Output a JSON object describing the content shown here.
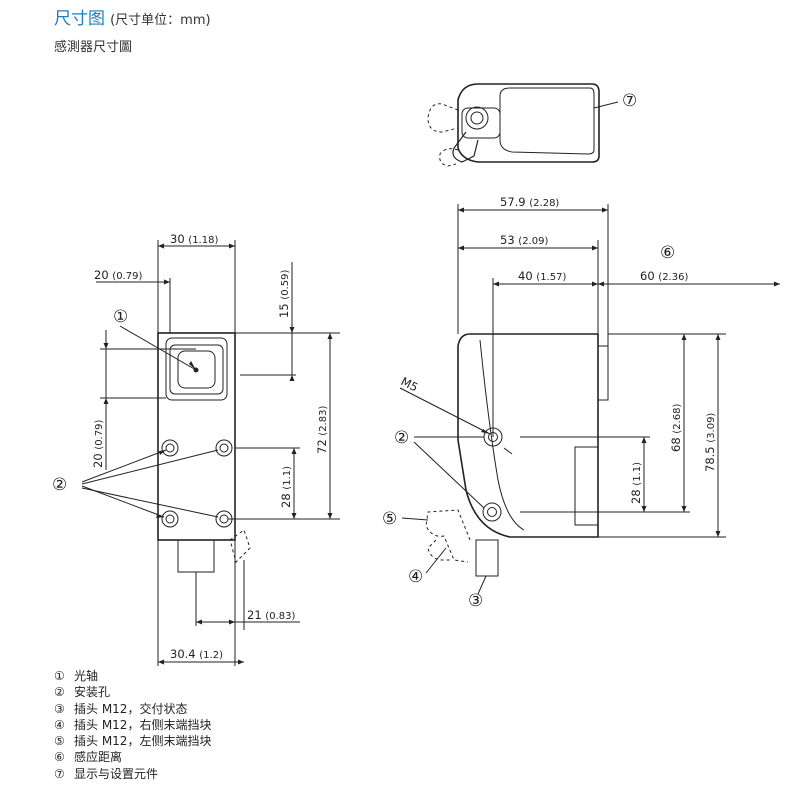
{
  "header": {
    "title": "尺寸图",
    "unit_note": "(尺寸单位：mm)"
  },
  "subtitle": "感測器尺寸圖",
  "callouts": {
    "n1": "①",
    "n2": "②",
    "n3": "③",
    "n4": "④",
    "n5": "⑤",
    "n6": "⑥",
    "n7": "⑦"
  },
  "front_view": {
    "dim_top_width": "30",
    "dim_top_width_in": "(1.18)",
    "dim_optical_x": "20",
    "dim_optical_x_in": "(0.79)",
    "dim_top_offset": "15",
    "dim_top_offset_in": "(0.59)",
    "dim_optical_y": "20",
    "dim_optical_y_in": "(0.79)",
    "dim_height": "72",
    "dim_height_in": "(2.83)",
    "dim_hole_pitch": "28",
    "dim_hole_pitch_in": "(1.1)",
    "dim_bottom_offset": "21",
    "dim_bottom_offset_in": "(0.83)",
    "dim_bottom_width": "30.4",
    "dim_bottom_width_in": "(1.2)"
  },
  "side_view": {
    "dim_total_depth": "57.9",
    "dim_total_depth_in": "(2.28)",
    "dim_body_depth": "53",
    "dim_body_depth_in": "(2.09)",
    "dim_hole_depth": "40",
    "dim_hole_depth_in": "(1.57)",
    "dim_sensing": "60",
    "dim_sensing_in": "(2.36)",
    "screw_label": "M5",
    "dim_hole_pitch": "28",
    "dim_hole_pitch_in": "(1.1)",
    "dim_body_height": "68",
    "dim_body_height_in": "(2.68)",
    "dim_total_height": "78.5",
    "dim_total_height_in": "(3.09)"
  },
  "legend": [
    {
      "num": "①",
      "text": "光轴"
    },
    {
      "num": "②",
      "text": "安装孔"
    },
    {
      "num": "③",
      "text": "插头 M12，交付状态"
    },
    {
      "num": "④",
      "text": "插头 M12，右侧末端挡块"
    },
    {
      "num": "⑤",
      "text": "插头 M12，左侧末端挡块"
    },
    {
      "num": "⑥",
      "text": "感应距离"
    },
    {
      "num": "⑦",
      "text": "显示与设置元件"
    }
  ]
}
